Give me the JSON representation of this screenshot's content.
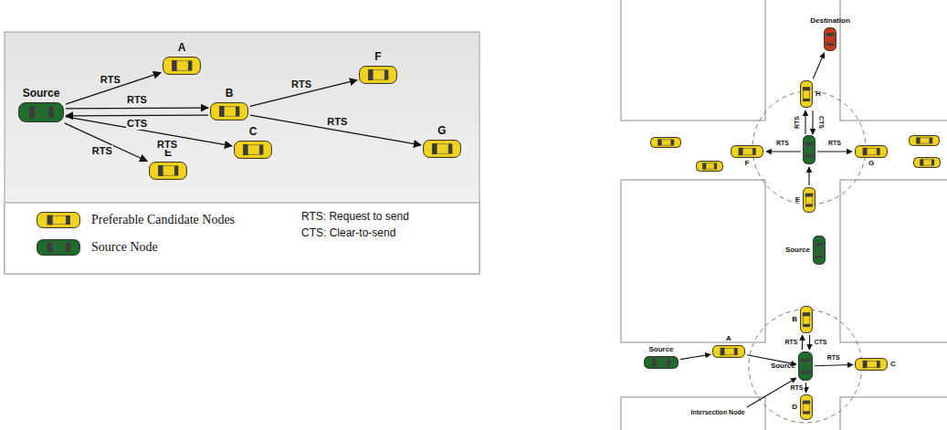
{
  "diagram": {
    "nodes": [
      {
        "text": [
          "Source"
        ]
      },
      {
        "text": [
          "A"
        ]
      },
      {
        "text": [
          "B"
        ]
      },
      {
        "text": [
          "C"
        ]
      },
      {
        "text": [
          "E"
        ]
      },
      {
        "text": [
          "F"
        ]
      },
      {
        "text": [
          "G"
        ]
      },
      {
        "text": [
          "Destination"
        ]
      },
      {
        "text": [
          "H"
        ]
      },
      {
        "text": [
          "F"
        ]
      },
      {
        "text": [
          "G"
        ]
      },
      {
        "text": [
          "E"
        ]
      },
      {
        "text": [
          "Source"
        ]
      },
      {
        "text": [
          "B"
        ]
      },
      {
        "text": [
          "Source"
        ]
      },
      {
        "text": [
          "A"
        ]
      },
      {
        "text": [
          "Source"
        ]
      },
      {
        "text": [
          "C"
        ]
      },
      {
        "text": [
          "D"
        ]
      }
    ],
    "edges": [
      {
        "from": 0,
        "to": 1,
        "arrow": "to",
        "label": "RTS"
      },
      {
        "from": 0,
        "to": 2,
        "arrow": "to",
        "label": "RTS"
      },
      {
        "from": 2,
        "to": 0,
        "arrow": "to",
        "label": "CTS"
      },
      {
        "from": 0,
        "to": 3,
        "arrow": "to",
        "label": "RTS"
      },
      {
        "from": 0,
        "to": 4,
        "arrow": "to",
        "label": "RTS"
      },
      {
        "from": 2,
        "to": 5,
        "arrow": "to",
        "label": "RTS"
      },
      {
        "from": 2,
        "to": 6,
        "arrow": "to",
        "label": "RTS"
      },
      {
        "from": 8,
        "to": 7,
        "arrow": "to"
      },
      {
        "from": 14,
        "to": 15,
        "arrow": "to"
      },
      {
        "from": 15,
        "to": 16,
        "arrow": "to"
      },
      {
        "from": 16,
        "to": 13,
        "arrow": "to",
        "label": "RTS"
      },
      {
        "from": 13,
        "to": 16,
        "arrow": "to",
        "label": "CTS"
      },
      {
        "from": 16,
        "to": 17,
        "arrow": "to",
        "label": "RTS"
      },
      {
        "from": 16,
        "to": 18,
        "arrow": "to",
        "label": "RTS"
      }
    ],
    "labels": [
      "RTS",
      "RTS",
      "RTS",
      "CTS",
      "Intersection Node",
      "RTS: Request to send",
      "CTS: Clear-to-send"
    ],
    "legend": [
      {
        "text": "Preferable Candidate Nodes"
      },
      {
        "text": "Source Node"
      }
    ]
  }
}
